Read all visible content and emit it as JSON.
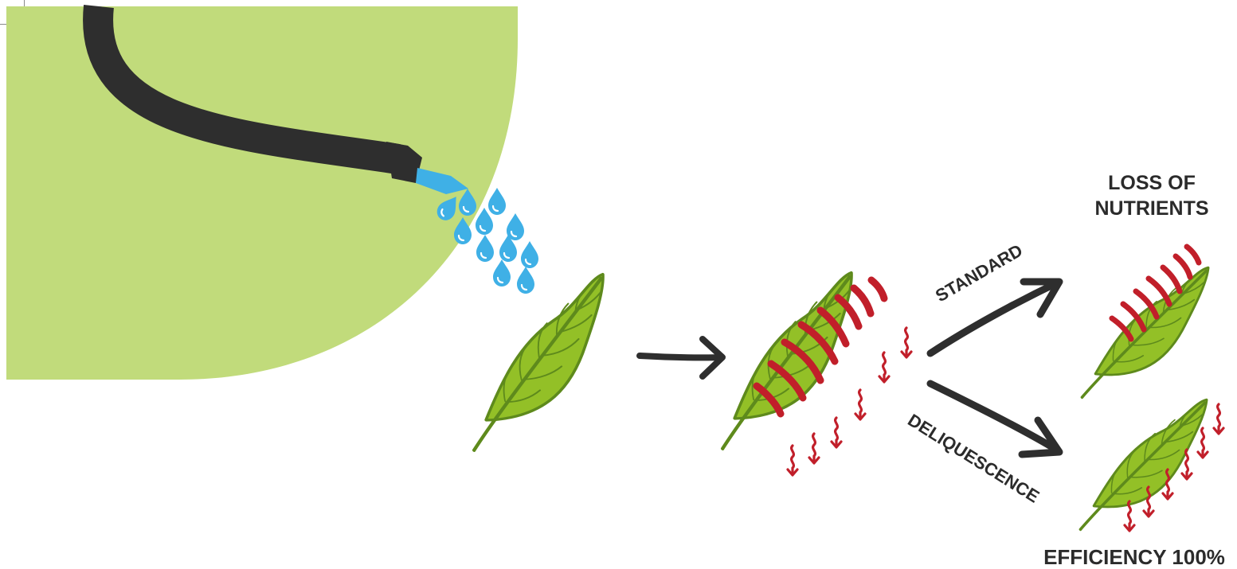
{
  "labels": {
    "standard": "STANDARD",
    "deliquescence": "DELIQUESCENCE",
    "loss_line1": "LOSS OF",
    "loss_line2": "NUTRIENTS",
    "efficiency": "EFFICIENCY 100%"
  },
  "colors": {
    "background_blob": "#c1db7b",
    "hose": "#2e2e2e",
    "water": "#3fb0e6",
    "leaf_fill": "#93c027",
    "leaf_vein": "#5e8a1c",
    "nutrient_red": "#c11f2a",
    "arrow": "#2e2e2e"
  },
  "icons": {
    "hose": "hose-icon",
    "droplet": "water-drop-icon",
    "leaf": "leaf-icon",
    "wavy_arrow": "wavy-down-arrow-icon"
  }
}
